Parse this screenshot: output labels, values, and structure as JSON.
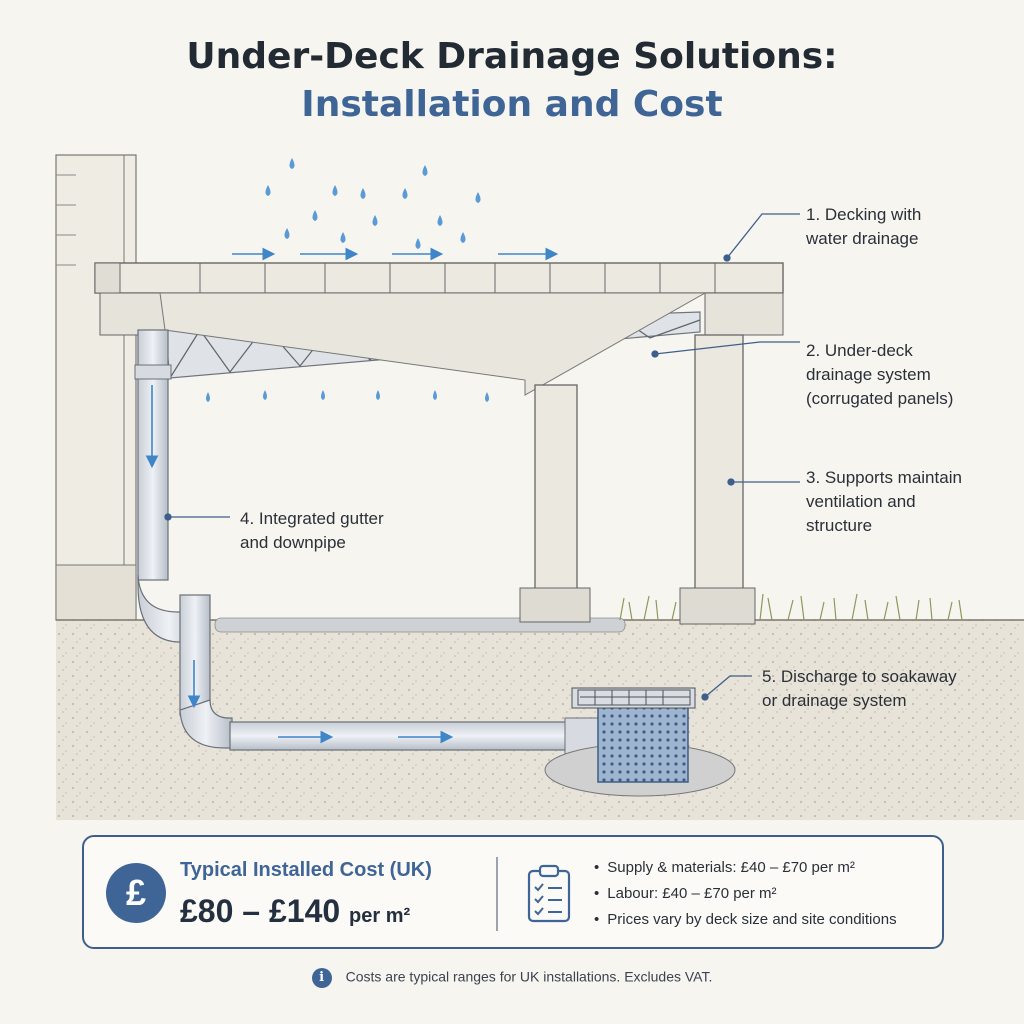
{
  "title": {
    "line1": "Under-Deck Drainage Solutions:",
    "line2": "Installation and Cost"
  },
  "callouts": [
    {
      "label": "1. Decking with\nwater drainage"
    },
    {
      "label": "2. Under-deck\ndrainage system\n(corrugated panels)"
    },
    {
      "label": "3. Supports maintain\nventilation and\nstructure"
    },
    {
      "label": "4. Integrated gutter\nand downpipe"
    },
    {
      "label": "5. Discharge to soakaway\nor drainage system"
    }
  ],
  "cost": {
    "icon": "pound-icon",
    "title": "Typical Installed Cost (UK)",
    "range": "£80 – £140",
    "unit": "per m²",
    "bullets": [
      "Supply & materials: £40 – £70 per m²",
      "Labour: £40 – £70 per m²",
      "Prices vary by deck size and site conditions"
    ]
  },
  "note": {
    "icon": "info-icon",
    "text": "Costs are typical ranges for UK installations. Excludes VAT."
  },
  "colors": {
    "accent": "#3f6596",
    "water": "#3f86c8",
    "title": "#222a33"
  }
}
